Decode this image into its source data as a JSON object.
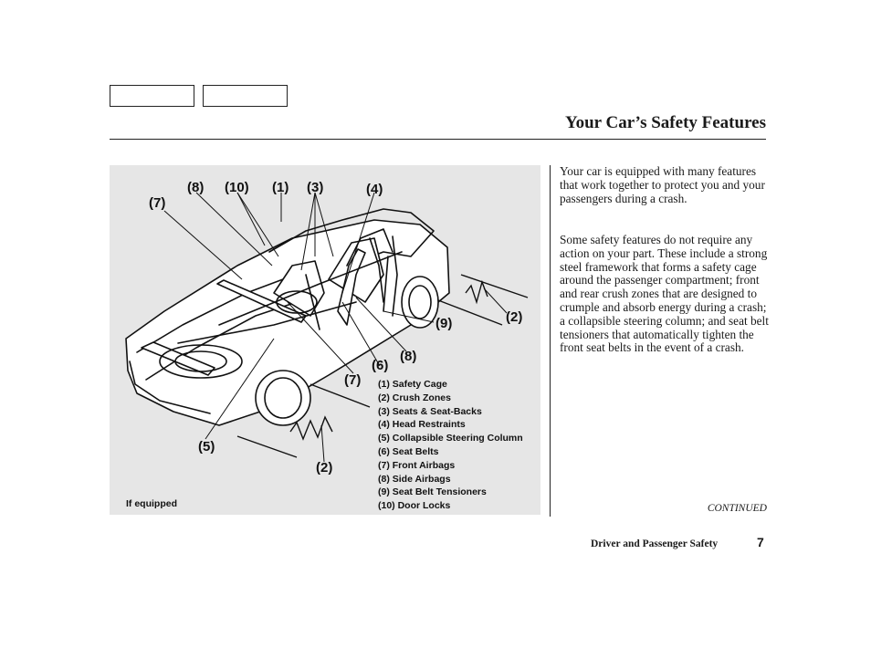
{
  "header": {
    "title": "Your Car’s Safety Features"
  },
  "figure": {
    "callouts": {
      "c8_top": "(8)",
      "c10": "(10)",
      "c1": "(1)",
      "c3": "(3)",
      "c4": "(4)",
      "c7_top": "(7)",
      "c9": "(9)",
      "c2_right": "(2)",
      "c8_mid": "(8)",
      "c6": "(6)",
      "c7_mid": "(7)",
      "c5": "(5)",
      "c2_bottom": "(2)"
    },
    "legend": [
      "(1) Safety Cage",
      "(2) Crush Zones",
      "(3) Seats & Seat-Backs",
      "(4) Head Restraints",
      "(5) Collapsible Steering Column",
      "(6) Seat Belts",
      "(7) Front Airbags",
      "(8) Side Airbags",
      "(9) Seat Belt Tensioners",
      "(10) Door Locks"
    ],
    "footnote": "If equipped"
  },
  "body": {
    "paragraphs": [
      "Your car is equipped with many features that work together to protect you and your passengers during a crash.",
      "Some safety features do not require any action on your part. These include a strong steel framework that forms a safety cage around the passenger compartment; front and rear crush zones that are designed to crumple and absorb energy during a crash; a collapsible steering column; and seat belt tensioners that automatically tighten the front seat belts in the event of a crash."
    ],
    "continued": "CONTINUED"
  },
  "footer": {
    "section": "Driver and Passenger Safety",
    "page_number": "7"
  }
}
